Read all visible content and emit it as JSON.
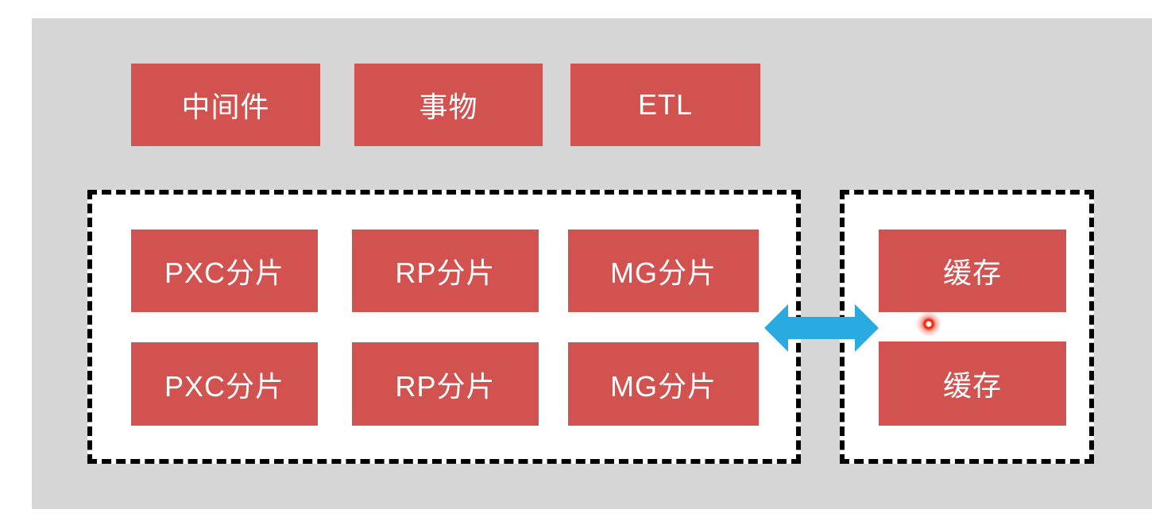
{
  "colors": {
    "panel_gray": "#d6d6d6",
    "box_red": "#d25250",
    "arrow_blue": "#29abe2",
    "dashed_border_black": "#000000",
    "container_fill_white": "#ffffff",
    "box_text_white": "#ffffff",
    "laser_dot_red": "#ee2c15"
  },
  "top_row": {
    "boxes": [
      "中间件",
      "事物",
      "ETL"
    ]
  },
  "shard_cluster": {
    "row1": [
      "PXC分片",
      "RP分片",
      "MG分片"
    ],
    "row2": [
      "PXC分片",
      "RP分片",
      "MG分片"
    ]
  },
  "cache_cluster": {
    "boxes": [
      "缓存",
      "缓存"
    ]
  },
  "icons": {
    "sync_arrow": "double-headed-horizontal-arrow",
    "laser_dot": "red-laser-pointer-dot"
  }
}
